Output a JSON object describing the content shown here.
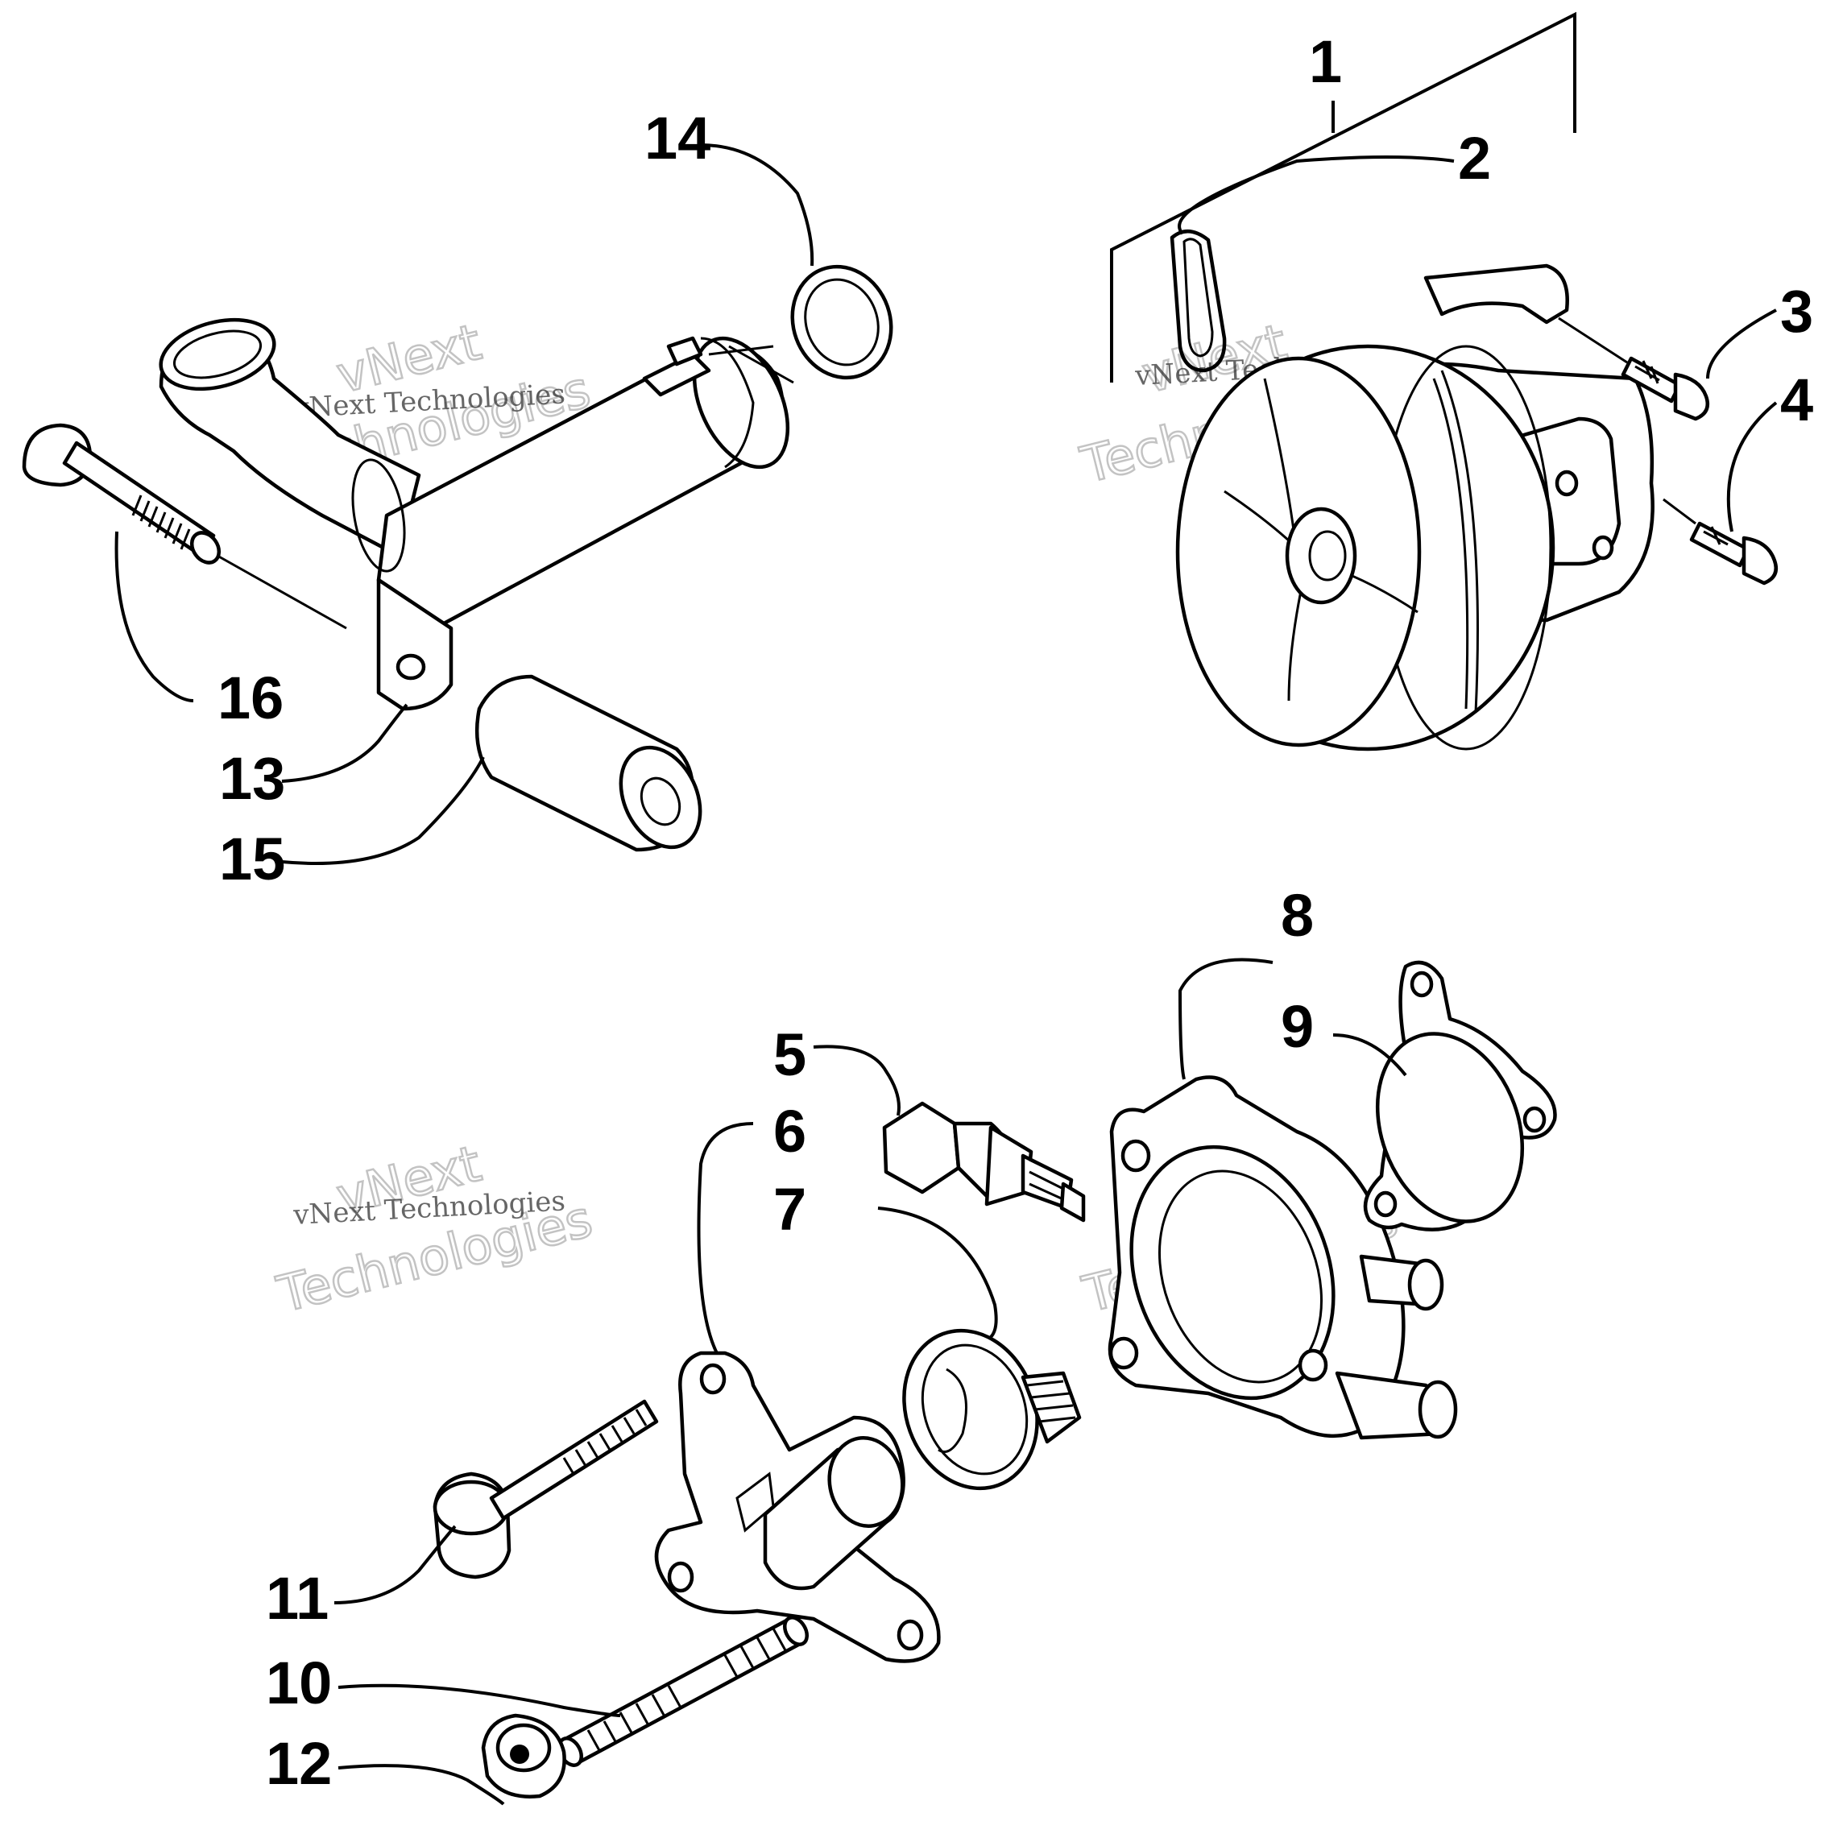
{
  "callouts": [
    {
      "id": "1",
      "text": "1"
    },
    {
      "id": "2",
      "text": "2"
    },
    {
      "id": "3",
      "text": "3"
    },
    {
      "id": "4",
      "text": "4"
    },
    {
      "id": "5",
      "text": "5"
    },
    {
      "id": "6",
      "text": "6"
    },
    {
      "id": "7",
      "text": "7"
    },
    {
      "id": "8",
      "text": "8"
    },
    {
      "id": "9",
      "text": "9"
    },
    {
      "id": "10",
      "text": "10"
    },
    {
      "id": "11",
      "text": "11"
    },
    {
      "id": "12",
      "text": "12"
    },
    {
      "id": "13",
      "text": "13"
    },
    {
      "id": "14",
      "text": "14"
    },
    {
      "id": "15",
      "text": "15"
    },
    {
      "id": "16",
      "text": "16"
    }
  ],
  "watermark": {
    "line1": "vNext",
    "line2": "vNext Technologies",
    "line3": "Technologies"
  }
}
